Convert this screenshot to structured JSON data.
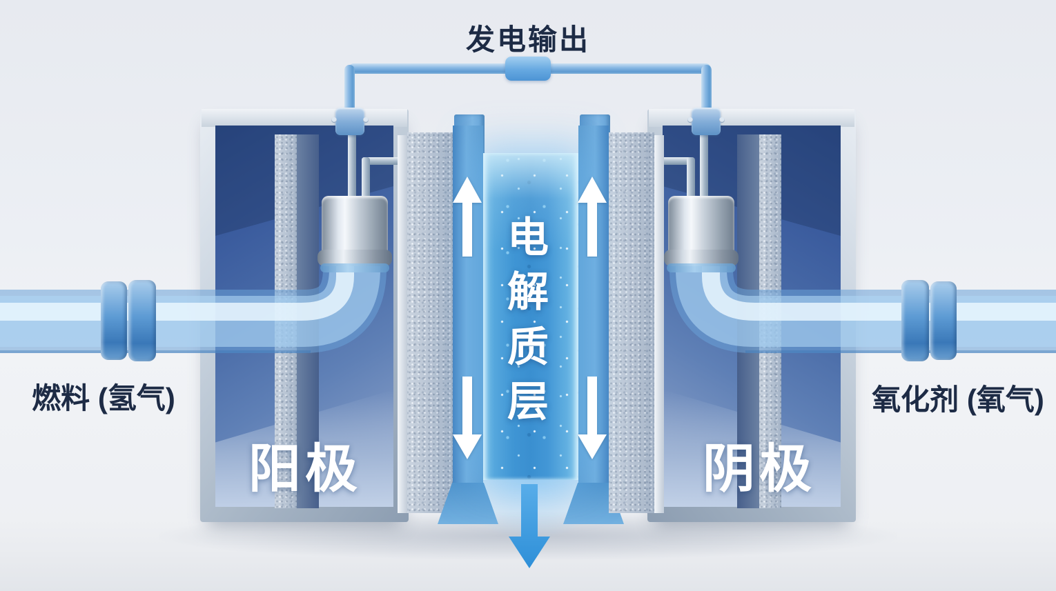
{
  "diagram": {
    "type": "fuel-cell-power-generation-schematic",
    "power_output_label": "发电输出",
    "electrolyte_label": "电解质层",
    "electrolyte_chars": [
      "电",
      "解",
      "质",
      "层"
    ],
    "anode_label": "阳极",
    "cathode_label": "阴极",
    "fuel_label": "燃料 (氢气)",
    "oxidant_label": "氧化剂 (氧气)",
    "icons": {
      "ion_flow_up_arrow": "↑",
      "ion_flow_down_arrow": "↓",
      "water_output_arrow": "↓"
    },
    "colors": {
      "background": "#edf0f4",
      "dark_text": "#1d2b45",
      "light_text": "#ffffff",
      "wire_blue": "#7fb0da",
      "connector_blue": "#5ea4de",
      "pipe_glass_blue": "#a9d1ef",
      "flange_blue": "#4a8cc8",
      "electrolyte_blue": "#3f95d4",
      "box_interior_blue": "#3b5c9e",
      "box_frame_silver": "#b4c0cf",
      "electrode_speckle": "#b7c4d4",
      "white_arrow": "#ffffff",
      "water_arrow_blue": "#42a0e6"
    }
  }
}
